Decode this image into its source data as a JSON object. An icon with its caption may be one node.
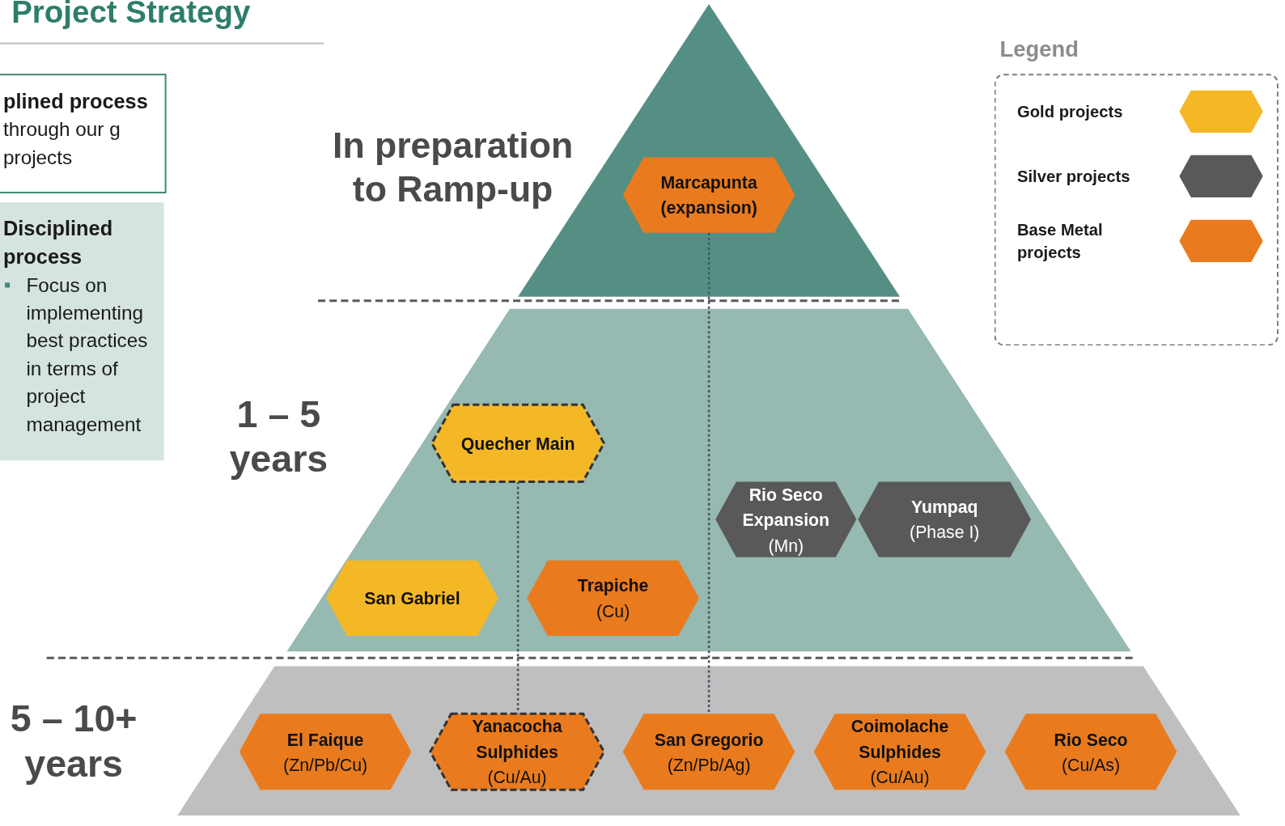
{
  "diagram": {
    "title": "Project Strategy",
    "nodes": [
      {
        "text": [
          "plined process",
          "through our g projects"
        ]
      },
      {
        "text": [
          "Disciplined process",
          "Focus on implementing best practices in terms of project management"
        ]
      },
      {
        "text": [],
        "shape": "triangle"
      },
      {
        "text": [
          "Marcapunta",
          "(expansion)"
        ],
        "in": 2
      },
      {
        "text": [],
        "shape": "trapezoid"
      },
      {
        "text": [
          "Quecher Main"
        ],
        "in": 4
      },
      {
        "text": [
          "Rio Seco Expansion",
          "(Mn)"
        ],
        "in": 4
      },
      {
        "text": [
          "Yumpaq",
          "(Phase I)"
        ],
        "in": 4
      },
      {
        "text": [
          "San Gabriel"
        ],
        "in": 4
      },
      {
        "text": [
          "Trapiche",
          "(Cu)"
        ],
        "in": 4
      },
      {
        "text": [],
        "shape": "trapezoid"
      },
      {
        "text": [
          "El Faique",
          "(Zn/Pb/Cu)"
        ],
        "in": 10
      },
      {
        "text": [
          "Yanacocha Sulphides",
          "(Cu/Au)"
        ],
        "in": 10
      },
      {
        "text": [
          "San Gregorio",
          "(Zn/Pb/Ag)"
        ],
        "in": 10
      },
      {
        "text": [
          "Coimolache Sulphides",
          "(Cu/Au)"
        ],
        "in": 10
      },
      {
        "text": [
          "Rio Seco",
          "(Cu/As)"
        ],
        "in": 10
      }
    ],
    "edges": [
      {
        "from": 3,
        "to": 13,
        "arrow": "none",
        "style": "dashed"
      },
      {
        "from": 5,
        "to": 12,
        "arrow": "none",
        "style": "dashed"
      }
    ],
    "labels": [
      "Legend",
      "In preparation to Ramp-up",
      "1 – 5 years",
      "5 – 10+ years"
    ],
    "legend": [
      {
        "text": "Gold projects",
        "color": "#f4b826"
      },
      {
        "text": "Silver projects",
        "color": "#595959"
      },
      {
        "text": "Base Metal projects",
        "color": "#e97b1e"
      }
    ]
  }
}
